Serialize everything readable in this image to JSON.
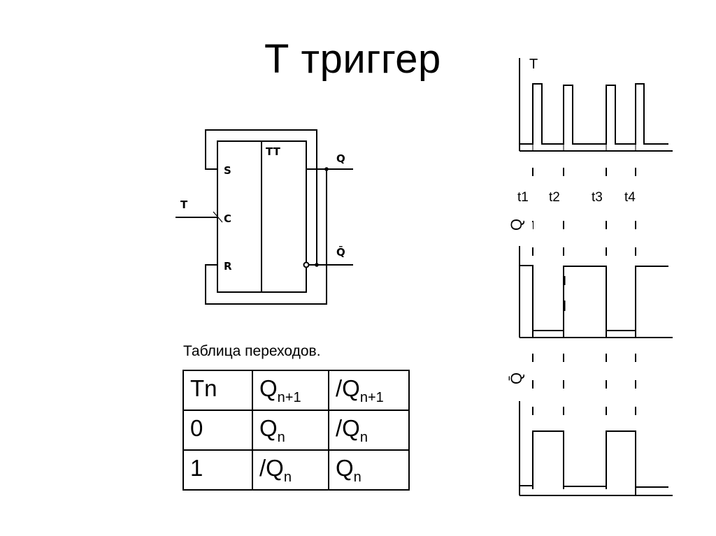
{
  "title": "Т триггер",
  "circuit": {
    "block_label": "TT",
    "inputs": [
      "S",
      "C",
      "R"
    ],
    "clock_input_label": "T",
    "outputs": [
      "Q",
      "Q̄"
    ]
  },
  "table": {
    "caption": "Таблица переходов.",
    "header": [
      {
        "base": "Tn",
        "sub": ""
      },
      {
        "base": "Q",
        "sub": "n+1"
      },
      {
        "base": "/Q",
        "sub": "n+1"
      }
    ],
    "rows": [
      [
        {
          "base": "0",
          "sub": ""
        },
        {
          "base": "Q",
          "sub": "n"
        },
        {
          "base": "/Q",
          "sub": "n"
        }
      ],
      [
        {
          "base": "1",
          "sub": ""
        },
        {
          "base": "/Q",
          "sub": "n"
        },
        {
          "base": "Q",
          "sub": "n"
        }
      ]
    ]
  },
  "timing": {
    "signals": [
      {
        "name": "T",
        "label": "T",
        "levels": "pulses at t1..t4"
      },
      {
        "name": "Q",
        "label": "Q",
        "initial": 1,
        "after": [
          0,
          1,
          0,
          1
        ]
      },
      {
        "name": "Qbar",
        "label": "Q̄",
        "initial": 0,
        "after": [
          1,
          0,
          1,
          0
        ]
      }
    ],
    "time_marks": [
      "t1",
      "t2",
      "t3",
      "t4"
    ]
  }
}
